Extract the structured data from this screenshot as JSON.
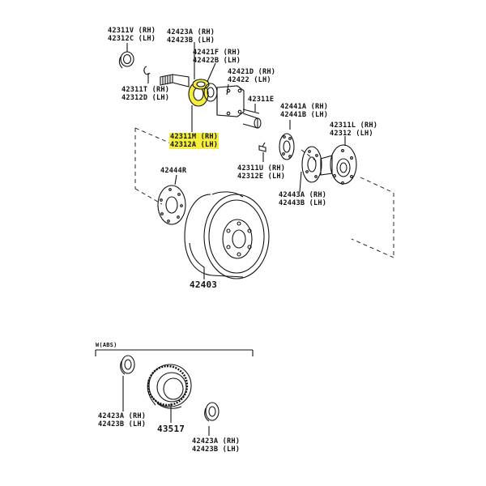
{
  "labels": {
    "p42311v": "42311V (RH)",
    "p42312c": "42312C (LH)",
    "p42423a_top": "42423A (RH)",
    "p42423b_top": "42423B (LH)",
    "p42421f": "42421F (RH)",
    "p42422b": "42422B (LH)",
    "p42421d": "42421D (RH)",
    "p42422": "42422 (LH)",
    "p42311t": "42311T (RH)",
    "p42312d": "42312D (LH)",
    "p42311e": "42311E",
    "p42441a": "42441A (RH)",
    "p42441b": "42441B (LH)",
    "p42311l": "42311L (RH)",
    "p42312": "42312 (LH)",
    "p42311m": "42311M (RH)",
    "p42312a": "42312A (LH)",
    "p42444r": "42444R",
    "p42311u": "42311U (RH)",
    "p42312e": "42312E (LH)",
    "p42443a": "42443A (RH)",
    "p42443b": "42443B (LH)",
    "p42403": "42403",
    "abs_header": "W(ABS)",
    "p42423a_l": "42423A (RH)",
    "p42423b_l": "42423B (LH)",
    "p43517": "43517",
    "p42423a_r": "42423A (RH)",
    "p42423b_r": "42423B (LH)"
  },
  "colors": {
    "highlight": "#f5ef3a",
    "line": "#111111"
  }
}
